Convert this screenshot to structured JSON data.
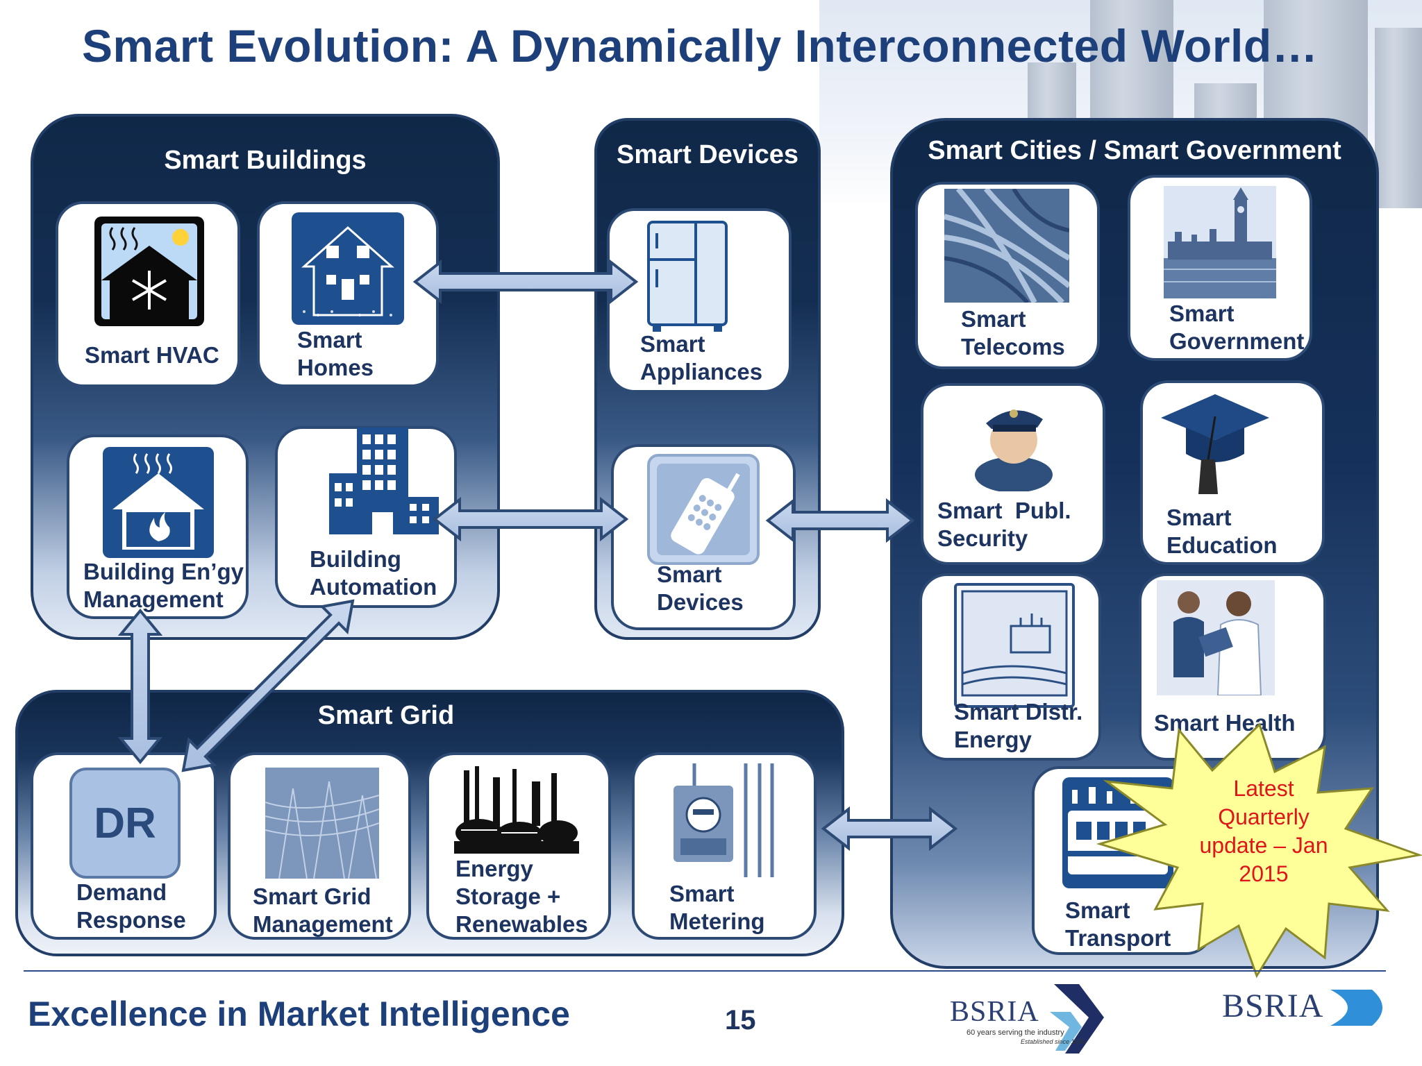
{
  "title": "Smart Evolution: A Dynamically Interconnected World…",
  "groups": {
    "buildings": "Smart Buildings",
    "devices": "Smart Devices",
    "cities": "Smart Cities / Smart Government",
    "grid": "Smart Grid"
  },
  "tiles": {
    "hvac": "Smart HVAC",
    "homes": "Smart\nHomes",
    "bem": "Building En’gy\nManagement",
    "automation": "Building\nAutomation",
    "appliances": "Smart\nAppliances",
    "devices": "Smart\nDevices",
    "telecoms": "Smart\nTelecoms",
    "government": "Smart\nGovernment",
    "security": "Smart  Publ.\nSecurity",
    "education": "Smart\nEducation",
    "distr_energy": "Smart Distr.\nEnergy",
    "health": "Smart Health",
    "transport": "Smart\nTransport",
    "dr_badge": "DR",
    "demand_response": "Demand\nResponse",
    "grid_mgmt": "Smart Grid\nManagement",
    "storage": "Energy\nStorage +\nRenewables",
    "metering": "Smart\nMetering"
  },
  "burst": {
    "line1": "Latest",
    "line2": "Quarterly",
    "line3": "update – Jan",
    "line4": "2015",
    "color": "#e0151b",
    "fill": "#ffff99"
  },
  "footer": {
    "tagline": "Excellence in Market Intelligence",
    "page": "15",
    "logo_a": "BSRIA",
    "logo_a_sub": "60 years serving the industry",
    "logo_a_sub2": "Established since 1955",
    "logo_b": "BSRIA"
  },
  "colors": {
    "title": "#1d3f7a",
    "panel_dark": "#102848",
    "icon_blue": "#1e4f8f",
    "accent_red": "#e0151b"
  },
  "icons": [
    "hvac-icon",
    "house-icon",
    "flame-house-icon",
    "building-icon",
    "fridge-icon",
    "cellphone-icon",
    "telecom-cables-icon",
    "parliament-icon",
    "police-officer-icon",
    "graduation-cap-icon",
    "power-plant-icon",
    "doctors-icon",
    "train-icon",
    "power-lines-icon",
    "refinery-icon",
    "meter-icon"
  ]
}
